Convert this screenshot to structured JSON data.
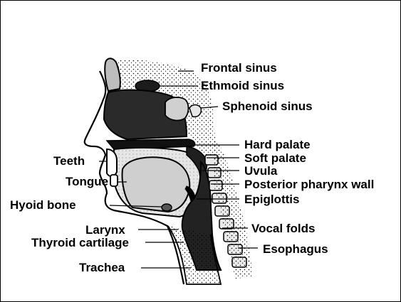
{
  "labels": {
    "frontal_sinus": "Frontal sinus",
    "ethmoid_sinus": "Ethmoid sinus",
    "sphenoid_sinus": "Sphenoid sinus",
    "hard_palate": "Hard palate",
    "soft_palate": "Soft palate",
    "uvula": "Uvula",
    "posterior_pharynx_wall": "Posterior pharynx wall",
    "epiglottis": "Epiglottis",
    "vocal_folds": "Vocal folds",
    "esophagus": "Esophagus",
    "teeth": "Teeth",
    "tongue": "Tongue",
    "hyoid_bone": "Hyoid bone",
    "larynx": "Larynx",
    "thyroid_cartilage": "Thyroid cartilage",
    "trachea": "Trachea"
  },
  "colors": {
    "ink": "#000000",
    "dark_tissue": "#2a2a2a",
    "light_tissue": "#d9d9d9",
    "background": "#ffffff"
  }
}
